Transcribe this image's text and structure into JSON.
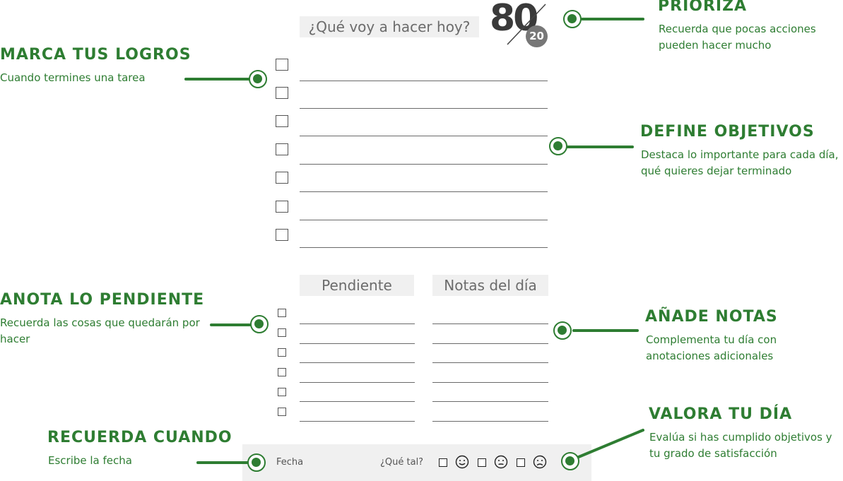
{
  "header": {
    "title": "¿Qué voy a hacer hoy?",
    "logo_big": "80",
    "logo_small": "20"
  },
  "sections": {
    "pending_label": "Pendiente",
    "notes_label": "Notas del día"
  },
  "footer": {
    "date_label": "Fecha",
    "mood_label": "¿Qué tal?"
  },
  "annotations": {
    "prioriza": {
      "title": "PRIORIZA",
      "desc": "Recuerda que pocas acciones pueden hacer mucho"
    },
    "marca": {
      "title": "MARCA TUS LOGROS",
      "desc": "Cuando termines una tarea"
    },
    "define": {
      "title": "DEFINE OBJETIVOS",
      "desc": "Destaca lo importante para cada día, qué quieres dejar terminado"
    },
    "anota": {
      "title": "ANOTA LO PENDIENTE",
      "desc": "Recuerda las cosas que quedarán por hacer"
    },
    "anade": {
      "title": "AÑADE NOTAS",
      "desc": "Complementa tu día con anotaciones adicionales"
    },
    "valora": {
      "title": "VALORA TU DÍA",
      "desc": "Evalúa si has cumplido objetivos y tu grado de satisfacción"
    },
    "recuerda": {
      "title": "RECUERDA CUANDO",
      "desc": "Escribe la fecha"
    }
  },
  "colors": {
    "accent": "#2e7d32",
    "panel": "#f0f0f0",
    "line": "#6a6a6a"
  },
  "icons": [
    "happy-face-icon",
    "neutral-face-icon",
    "sad-face-icon"
  ]
}
